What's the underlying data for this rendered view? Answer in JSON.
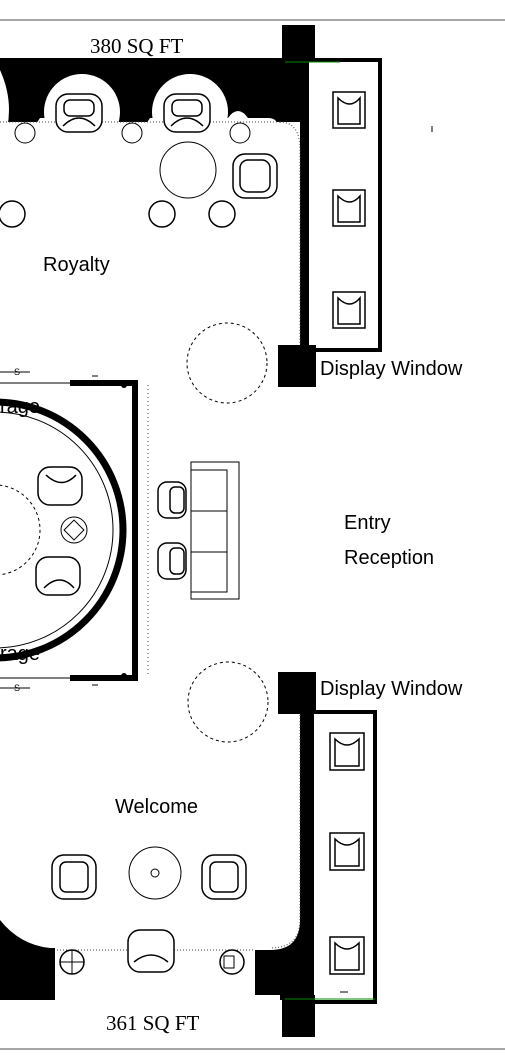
{
  "plan": {
    "area_top": "380 SQ FT",
    "area_bottom": "361 SQ FT",
    "rooms": {
      "royalty": "Royalty",
      "storage_top": "rage",
      "storage_bottom": "rage",
      "entry_line1": "Entry",
      "entry_line2": "Reception",
      "welcome": "Welcome"
    },
    "windows": {
      "top": "Display Window",
      "bottom": "Display Window"
    },
    "marks": {
      "s_top": "S",
      "s_bottom": "S"
    }
  }
}
